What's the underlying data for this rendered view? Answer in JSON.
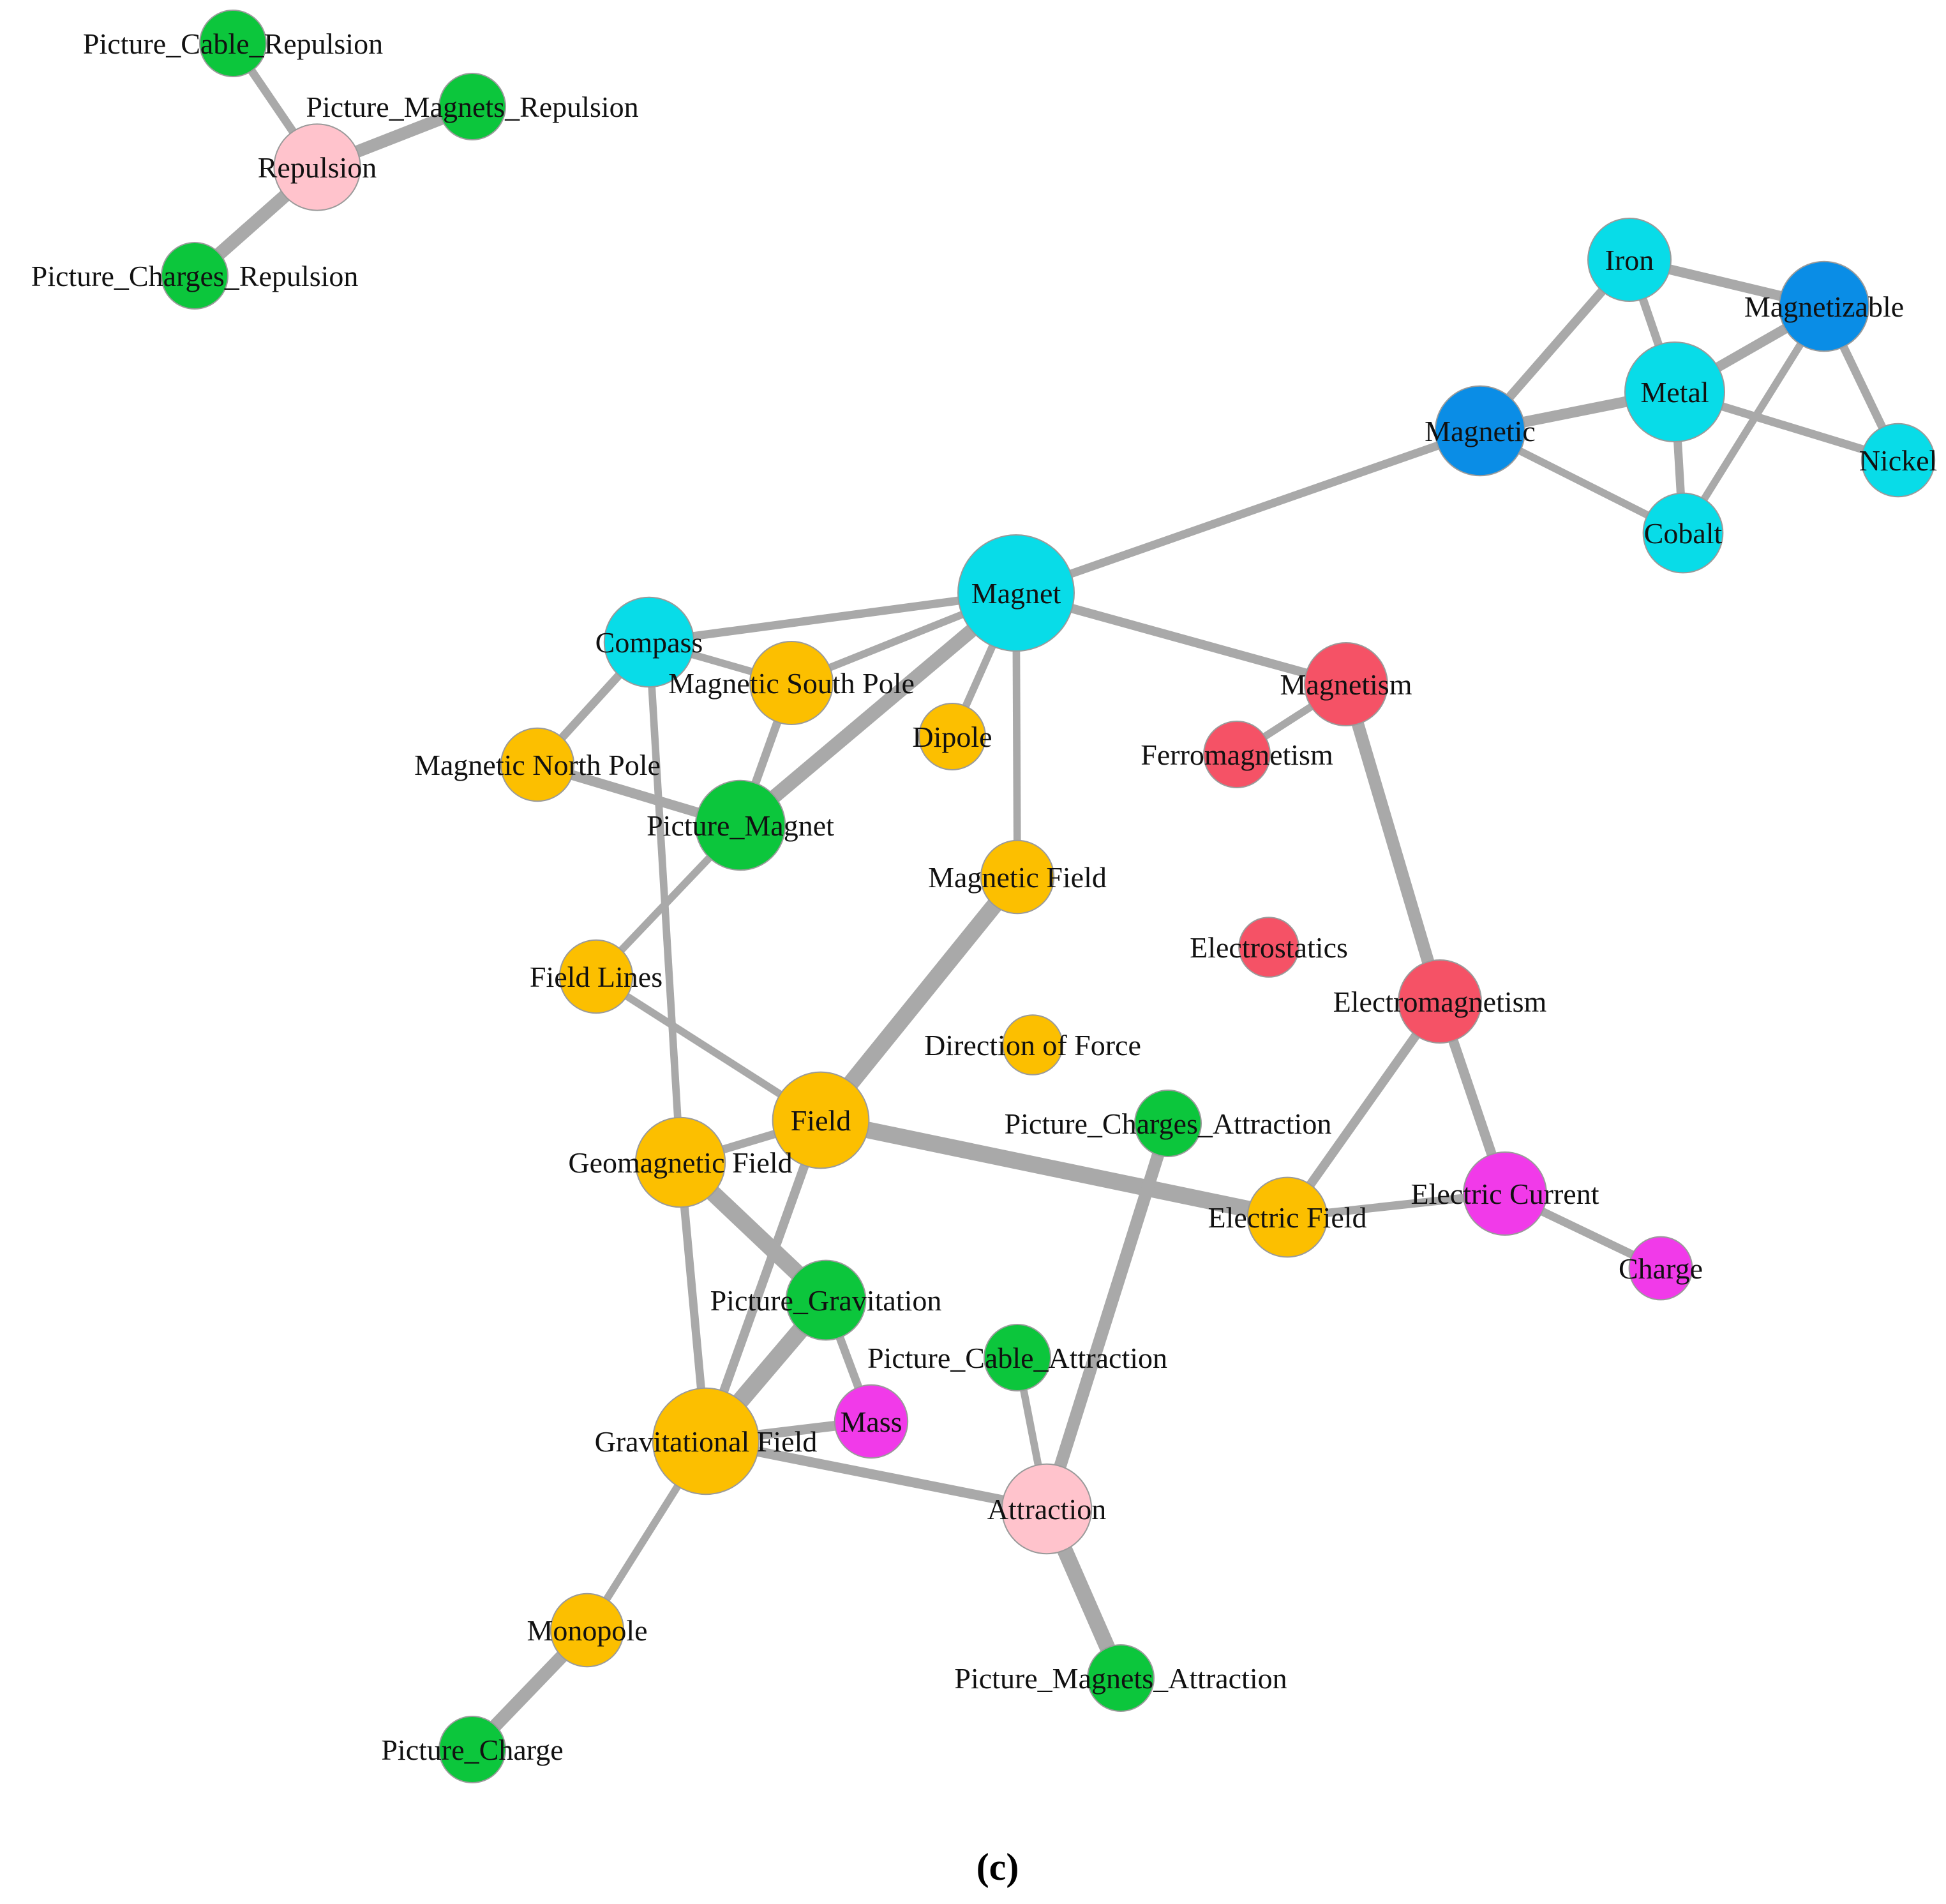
{
  "caption": "(c)",
  "colors": {
    "cyan": "#08dce8",
    "blue": "#0a8de6",
    "green": "#0cc63c",
    "orange": "#fcbf00",
    "red": "#f55266",
    "magenta": "#f13ae9",
    "pink": "#ffc3cc",
    "edge": "#a9a9a9"
  },
  "nodes": [
    {
      "id": "picture_cable_repulsion",
      "label": "Picture_Cable_Repulsion",
      "group": "green",
      "size": 1.0
    },
    {
      "id": "picture_magnets_repulsion",
      "label": "Picture_Magnets_Repulsion",
      "group": "green",
      "size": 1.0
    },
    {
      "id": "repulsion",
      "label": "Repulsion",
      "group": "pink",
      "size": 1.3
    },
    {
      "id": "picture_charges_repulsion",
      "label": "Picture_Charges_Repulsion",
      "group": "green",
      "size": 1.0
    },
    {
      "id": "iron",
      "label": "Iron",
      "group": "cyan",
      "size": 1.25
    },
    {
      "id": "magnetizable",
      "label": "Magnetizable",
      "group": "blue",
      "size": 1.35
    },
    {
      "id": "metal",
      "label": "Metal",
      "group": "cyan",
      "size": 1.5
    },
    {
      "id": "magnetic",
      "label": "Magnetic",
      "group": "blue",
      "size": 1.35
    },
    {
      "id": "nickel",
      "label": "Nickel",
      "group": "cyan",
      "size": 1.1
    },
    {
      "id": "cobalt",
      "label": "Cobalt",
      "group": "cyan",
      "size": 1.2
    },
    {
      "id": "magnet",
      "label": "Magnet",
      "group": "cyan",
      "size": 1.75
    },
    {
      "id": "compass",
      "label": "Compass",
      "group": "cyan",
      "size": 1.35
    },
    {
      "id": "magnetic_south_pole",
      "label": "Magnetic South Pole",
      "group": "orange",
      "size": 1.25
    },
    {
      "id": "magnetism",
      "label": "Magnetism",
      "group": "red",
      "size": 1.25
    },
    {
      "id": "dipole",
      "label": "Dipole",
      "group": "orange",
      "size": 1.0
    },
    {
      "id": "ferromagnetism",
      "label": "Ferromagnetism",
      "group": "red",
      "size": 1.0
    },
    {
      "id": "magnetic_north_pole",
      "label": "Magnetic North Pole",
      "group": "orange",
      "size": 1.1
    },
    {
      "id": "picture_magnet",
      "label": "Picture_Magnet",
      "group": "green",
      "size": 1.35
    },
    {
      "id": "magnetic_field",
      "label": "Magnetic Field",
      "group": "orange",
      "size": 1.1
    },
    {
      "id": "electrostatics",
      "label": "Electrostatics",
      "group": "red",
      "size": 0.9
    },
    {
      "id": "field_lines",
      "label": "Field Lines",
      "group": "orange",
      "size": 1.1
    },
    {
      "id": "electromagnetism",
      "label": "Electromagnetism",
      "group": "red",
      "size": 1.25
    },
    {
      "id": "direction_of_force",
      "label": "Direction of Force",
      "group": "orange",
      "size": 0.9
    },
    {
      "id": "field",
      "label": "Field",
      "group": "orange",
      "size": 1.45
    },
    {
      "id": "picture_charges_attraction",
      "label": "Picture_Charges_Attraction",
      "group": "green",
      "size": 1.0
    },
    {
      "id": "geomagnetic_field",
      "label": "Geomagnetic Field",
      "group": "orange",
      "size": 1.35
    },
    {
      "id": "electric_current",
      "label": "Electric Current",
      "group": "magenta",
      "size": 1.25
    },
    {
      "id": "electric_field",
      "label": "Electric Field",
      "group": "orange",
      "size": 1.2
    },
    {
      "id": "charge",
      "label": "Charge",
      "group": "magenta",
      "size": 0.95
    },
    {
      "id": "picture_gravitation",
      "label": "Picture_Gravitation",
      "group": "green",
      "size": 1.2
    },
    {
      "id": "picture_cable_attraction",
      "label": "Picture_Cable_Attraction",
      "group": "green",
      "size": 1.0
    },
    {
      "id": "mass",
      "label": "Mass",
      "group": "magenta",
      "size": 1.1
    },
    {
      "id": "gravitational_field",
      "label": "Gravitational Field",
      "group": "orange",
      "size": 1.6
    },
    {
      "id": "attraction",
      "label": "Attraction",
      "group": "pink",
      "size": 1.35
    },
    {
      "id": "monopole",
      "label": "Monopole",
      "group": "orange",
      "size": 1.1
    },
    {
      "id": "picture_magnets_attraction",
      "label": "Picture_Magnets_Attraction",
      "group": "green",
      "size": 1.0
    },
    {
      "id": "picture_charge",
      "label": "Picture_Charge",
      "group": "green",
      "size": 1.0
    }
  ],
  "edges": [
    {
      "source": "picture_cable_repulsion",
      "target": "repulsion",
      "weight": 1.0
    },
    {
      "source": "picture_magnets_repulsion",
      "target": "repulsion",
      "weight": 1.5
    },
    {
      "source": "picture_charges_repulsion",
      "target": "repulsion",
      "weight": 1.6
    },
    {
      "source": "iron",
      "target": "magnetizable",
      "weight": 1.2
    },
    {
      "source": "iron",
      "target": "metal",
      "weight": 1.0
    },
    {
      "source": "iron",
      "target": "magnetic",
      "weight": 1.1
    },
    {
      "source": "magnetizable",
      "target": "metal",
      "weight": 1.2
    },
    {
      "source": "magnetizable",
      "target": "nickel",
      "weight": 1.0
    },
    {
      "source": "magnetizable",
      "target": "cobalt",
      "weight": 0.9
    },
    {
      "source": "metal",
      "target": "magnetic",
      "weight": 1.3
    },
    {
      "source": "metal",
      "target": "nickel",
      "weight": 1.0
    },
    {
      "source": "metal",
      "target": "cobalt",
      "weight": 1.0
    },
    {
      "source": "magnetic",
      "target": "cobalt",
      "weight": 0.9
    },
    {
      "source": "magnetic",
      "target": "magnet",
      "weight": 1.0
    },
    {
      "source": "magnet",
      "target": "compass",
      "weight": 1.0
    },
    {
      "source": "magnet",
      "target": "magnetic_south_pole",
      "weight": 0.9
    },
    {
      "source": "magnet",
      "target": "picture_magnet",
      "weight": 1.7
    },
    {
      "source": "magnet",
      "target": "dipole",
      "weight": 0.9
    },
    {
      "source": "magnet",
      "target": "magnetic_field",
      "weight": 0.9
    },
    {
      "source": "magnet",
      "target": "magnetism",
      "weight": 1.1
    },
    {
      "source": "compass",
      "target": "magnetic_south_pole",
      "weight": 0.9
    },
    {
      "source": "compass",
      "target": "magnetic_north_pole",
      "weight": 1.0
    },
    {
      "source": "compass",
      "target": "geomagnetic_field",
      "weight": 0.9
    },
    {
      "source": "magnetic_south_pole",
      "target": "picture_magnet",
      "weight": 1.0
    },
    {
      "source": "magnetic_north_pole",
      "target": "picture_magnet",
      "weight": 1.2
    },
    {
      "source": "picture_magnet",
      "target": "field_lines",
      "weight": 0.9
    },
    {
      "source": "magnetism",
      "target": "ferromagnetism",
      "weight": 0.9
    },
    {
      "source": "magnetism",
      "target": "electromagnetism",
      "weight": 1.5
    },
    {
      "source": "magnetic_field",
      "target": "field",
      "weight": 2.0
    },
    {
      "source": "field_lines",
      "target": "field",
      "weight": 0.9
    },
    {
      "source": "field",
      "target": "geomagnetic_field",
      "weight": 1.0
    },
    {
      "source": "field",
      "target": "electric_field",
      "weight": 2.0
    },
    {
      "source": "field",
      "target": "gravitational_field",
      "weight": 1.1
    },
    {
      "source": "electromagnetism",
      "target": "electric_field",
      "weight": 1.1
    },
    {
      "source": "electromagnetism",
      "target": "electric_current",
      "weight": 1.2
    },
    {
      "source": "electric_field",
      "target": "electric_current",
      "weight": 1.0
    },
    {
      "source": "electric_current",
      "target": "charge",
      "weight": 1.0
    },
    {
      "source": "picture_charges_attraction",
      "target": "attraction",
      "weight": 1.5
    },
    {
      "source": "geomagnetic_field",
      "target": "picture_gravitation",
      "weight": 2.0
    },
    {
      "source": "geomagnetic_field",
      "target": "gravitational_field",
      "weight": 1.0
    },
    {
      "source": "picture_gravitation",
      "target": "gravitational_field",
      "weight": 2.1
    },
    {
      "source": "picture_gravitation",
      "target": "mass",
      "weight": 1.0
    },
    {
      "source": "picture_cable_attraction",
      "target": "attraction",
      "weight": 0.9
    },
    {
      "source": "gravitational_field",
      "target": "mass",
      "weight": 1.2
    },
    {
      "source": "gravitational_field",
      "target": "attraction",
      "weight": 1.2
    },
    {
      "source": "gravitational_field",
      "target": "monopole",
      "weight": 0.9
    },
    {
      "source": "attraction",
      "target": "picture_magnets_attraction",
      "weight": 1.9
    },
    {
      "source": "monopole",
      "target": "picture_charge",
      "weight": 1.6
    }
  ]
}
